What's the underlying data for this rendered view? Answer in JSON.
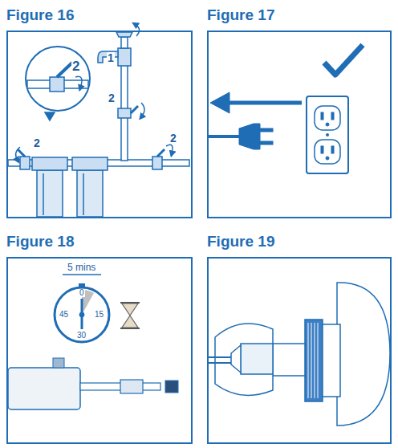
{
  "diagram": {
    "nodes": [
      {
        "text": [
          "Figure 16"
        ]
      },
      {
        "text": [
          "Figure 17"
        ]
      },
      {
        "text": [
          "Figure 18"
        ]
      },
      {
        "text": [
          "Figure 19"
        ]
      }
    ],
    "labels": [
      "2",
      "1",
      "2",
      "2",
      "2",
      "5 mins",
      "0",
      "15",
      "30",
      "45"
    ]
  }
}
